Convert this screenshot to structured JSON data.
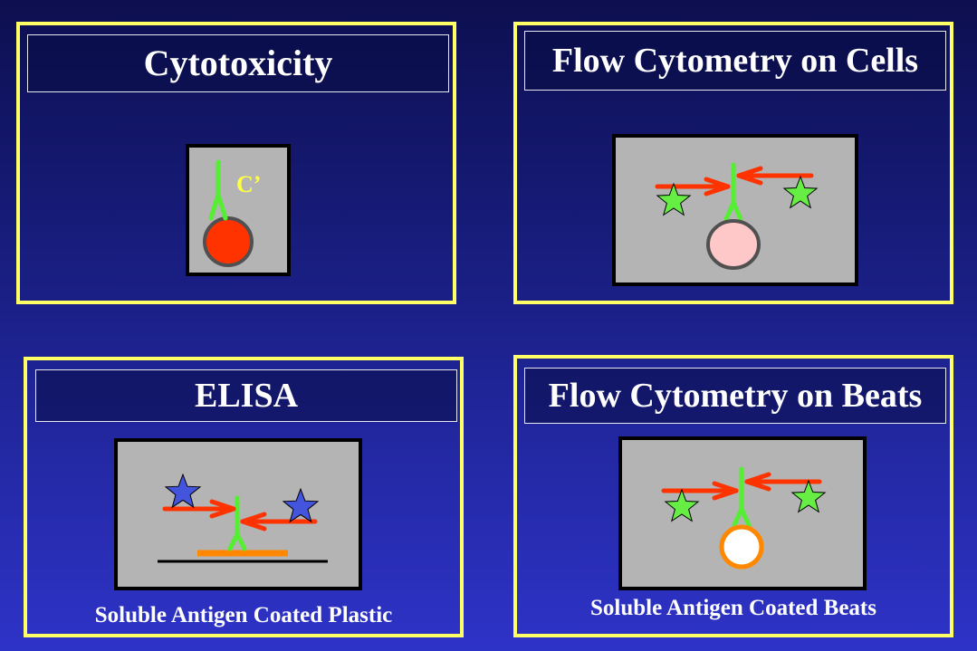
{
  "panels": {
    "cytotoxicity": {
      "title": "Cytotoxicity",
      "complement_label": "C’"
    },
    "flow_cells": {
      "title": "Flow Cytometry on Cells"
    },
    "elisa": {
      "title": "ELISA",
      "caption": "Soluble Antigen Coated Plastic"
    },
    "flow_beats": {
      "title": "Flow Cytometry on Beats",
      "caption": "Soluble Antigen Coated Beats"
    }
  },
  "colors": {
    "panel_border": "#ffff66",
    "antibody_primary": "#55ee33",
    "antibody_secondary": "#ff3300",
    "fluor_star": "#66ee44",
    "enzyme_star": "#4455dd",
    "target_cell": "#ff3300",
    "cell": "#ffc8c8",
    "bead": "#ffffff",
    "bead_ring": "#ff8800",
    "plastic_antigen": "#ff8800"
  },
  "icons": [
    "antibody-icon",
    "star-icon",
    "cell-icon",
    "bead-icon"
  ]
}
